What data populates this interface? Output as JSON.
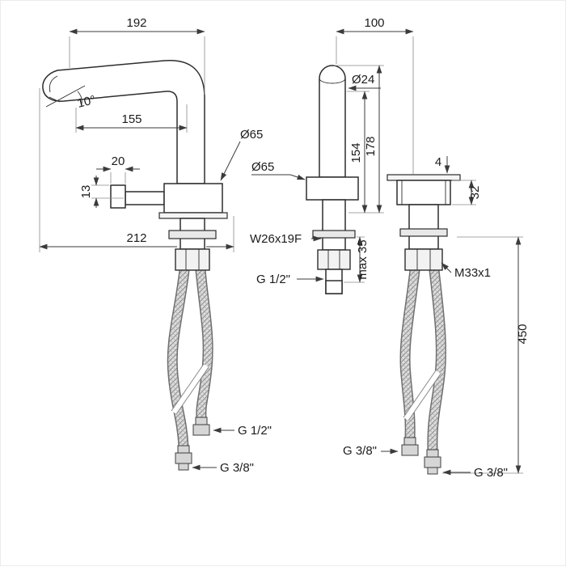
{
  "drawing": {
    "type": "technical-dimension-drawing",
    "subject": "deck-mounted faucet set: swivel spout mixer, spout column and valve with flexible hoses",
    "background": "#ffffff",
    "line_color": "#3b3b3b",
    "labels": {
      "dim_192": "192",
      "dim_100": "100",
      "angle_10": "10°",
      "dim_155": "155",
      "dia_24": "Ø24",
      "dia_65_left": "Ø65",
      "dia_65_middle": "Ø65",
      "dim_154": "154",
      "dim_178": "178",
      "dim_13": "13",
      "dim_20": "20",
      "dim_4": "4",
      "dim_32": "32",
      "dim_212": "212",
      "thread_w26x19f": "W26x19F",
      "dim_max_35": "max 35",
      "g12_middle": "G 1/2\"",
      "thread_m33x1": "M33x1",
      "dim_450": "450",
      "g12_left_hose": "G 1/2\"",
      "g38_left_hose": "G 3/8\"",
      "g38_right_hose_a": "G 3/8\"",
      "g38_right_hose_b": "G 3/8\""
    }
  }
}
